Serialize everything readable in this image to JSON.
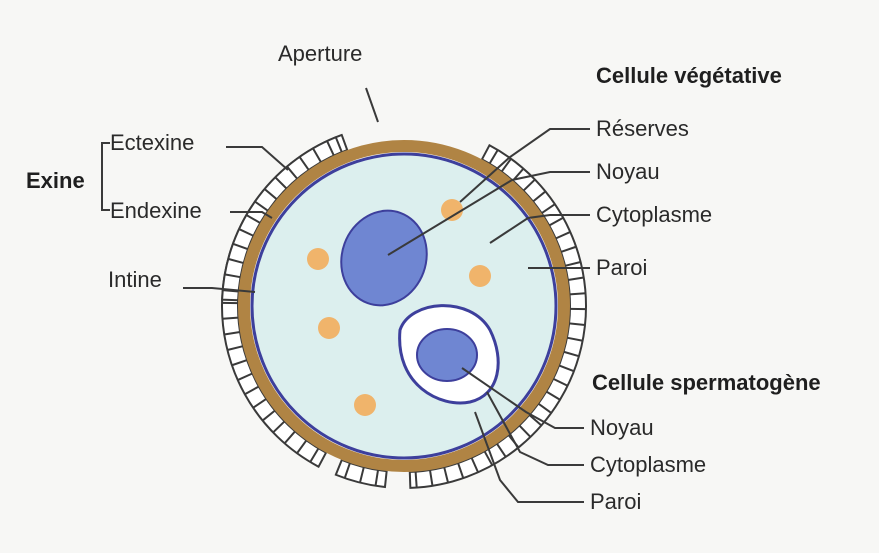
{
  "labels": {
    "aperture": "Aperture",
    "exine": "Exine",
    "ectexine": "Ectexine",
    "endexine": "Endexine",
    "intine": "Intine",
    "vegetative_header": "Cellule végétative",
    "veg_reserves": "Réserves",
    "veg_noyau": "Noyau",
    "veg_cytoplasme": "Cytoplasme",
    "veg_paroi": "Paroi",
    "sperm_header": "Cellule spermatogène",
    "sperm_noyau": "Noyau",
    "sperm_cytoplasme": "Cytoplasme",
    "sperm_paroi": "Paroi"
  },
  "colors": {
    "exine_fill": "#ffffff",
    "exine_stroke": "#3a3a3a",
    "intine_ring": "#b08444",
    "vegetative_cytoplasm": "#dcefee",
    "vegetative_wall": "#3d3f9c",
    "vegetative_nucleus": "#6f86d2",
    "reserves": "#f0b46b",
    "generative_cytoplasm": "#ffffff",
    "generative_nucleus": "#6f86d2"
  }
}
